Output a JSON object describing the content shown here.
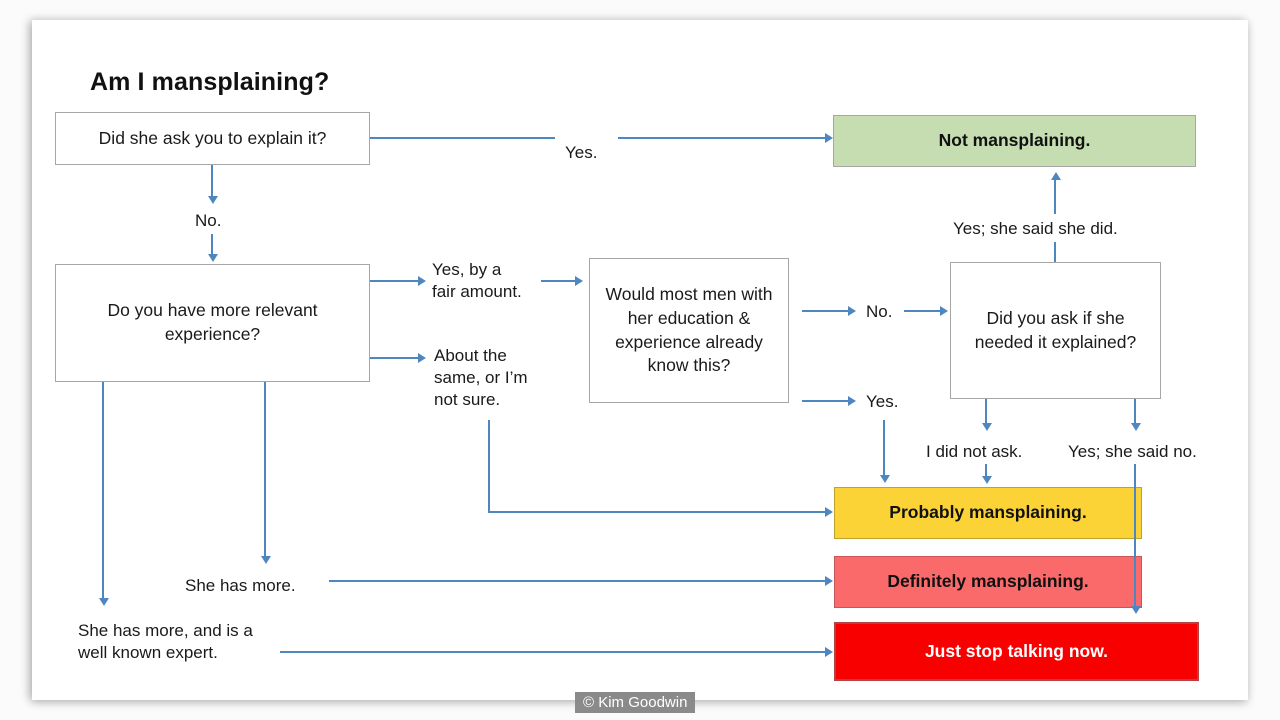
{
  "slide": {
    "title": "Am I mansplaining?",
    "credit": "© Kim Goodwin"
  },
  "colors": {
    "connector": "#4e87bf",
    "box_border": "#a6a6a6",
    "not_mansplaining": "#c5ddb0",
    "probably": "#fcd336",
    "definitely": "#fb6a6a",
    "stop_talking": "#f90000",
    "credit_band": "#8a8a8a"
  },
  "nodes": {
    "q1": "Did she ask you to explain it?",
    "q2": "Do you have more relevant experience?",
    "q3": "Would most men with her education & experience already know this?",
    "q4": "Did you ask if she needed it explained?",
    "out_green": "Not mansplaining.",
    "out_yellow": "Probably mansplaining.",
    "out_pink": "Definitely mansplaining.",
    "out_red": "Just stop talking now."
  },
  "edge_labels": {
    "q1_yes": "Yes.",
    "q1_no": "No.",
    "q2_more": "Yes, by a\nfair amount.",
    "q2_same": "About the\nsame, or I’m\nnot sure.",
    "q2_she_more": "She has more.",
    "q2_she_expert": "She has more, and is a\nwell known expert.",
    "q3_no": "No.",
    "q3_yes": "Yes.",
    "q4_yes_did": "Yes; she said she did.",
    "q4_not_ask": "I did not ask.",
    "q4_said_no": "Yes; she said no."
  },
  "chart_data": {
    "type": "diagram",
    "title": "Am I mansplaining?",
    "nodes": [
      {
        "id": "q1",
        "kind": "decision",
        "label": "Did she ask you to explain it?"
      },
      {
        "id": "q2",
        "kind": "decision",
        "label": "Do you have more relevant experience?"
      },
      {
        "id": "q3",
        "kind": "decision",
        "label": "Would most men with her education & experience already know this?"
      },
      {
        "id": "q4",
        "kind": "decision",
        "label": "Did you ask if she needed it explained?"
      },
      {
        "id": "green",
        "kind": "outcome",
        "label": "Not mansplaining.",
        "color": "#c5ddb0"
      },
      {
        "id": "yellow",
        "kind": "outcome",
        "label": "Probably mansplaining.",
        "color": "#fcd336"
      },
      {
        "id": "pink",
        "kind": "outcome",
        "label": "Definitely mansplaining.",
        "color": "#fb6a6a"
      },
      {
        "id": "red",
        "kind": "outcome",
        "label": "Just stop talking now.",
        "color": "#f90000"
      }
    ],
    "edges": [
      {
        "from": "q1",
        "to": "green",
        "label": "Yes."
      },
      {
        "from": "q1",
        "to": "q2",
        "label": "No."
      },
      {
        "from": "q2",
        "to": "q3",
        "label": "Yes, by a fair amount."
      },
      {
        "from": "q2",
        "to": "yellow",
        "label": "About the same, or I’m not sure."
      },
      {
        "from": "q2",
        "to": "pink",
        "label": "She has more."
      },
      {
        "from": "q2",
        "to": "red",
        "label": "She has more, and is a well known expert."
      },
      {
        "from": "q3",
        "to": "q4",
        "label": "No."
      },
      {
        "from": "q3",
        "to": "yellow",
        "label": "Yes."
      },
      {
        "from": "q4",
        "to": "green",
        "label": "Yes; she said she did."
      },
      {
        "from": "q4",
        "to": "yellow",
        "label": "I did not ask."
      },
      {
        "from": "q4",
        "to": "red",
        "label": "Yes; she said no."
      }
    ]
  }
}
